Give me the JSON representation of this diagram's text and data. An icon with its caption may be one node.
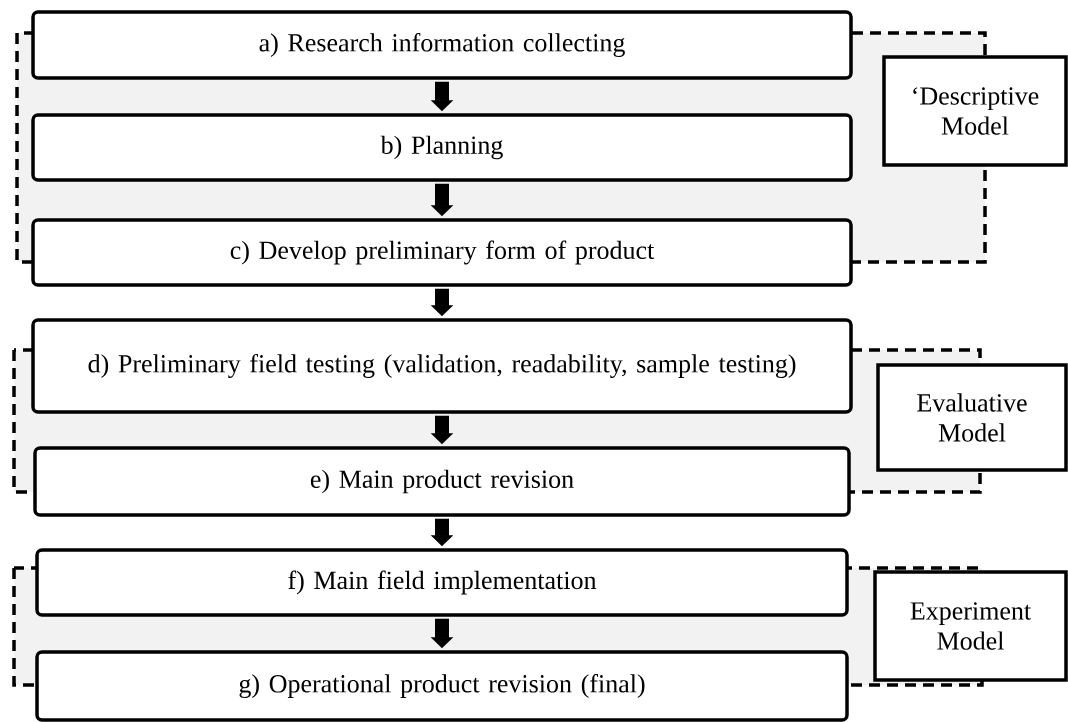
{
  "diagram": {
    "nodes": [
      {
        "text": [
          "a) Research information collecting"
        ]
      },
      {
        "text": [
          "b) Planning"
        ]
      },
      {
        "text": [
          "c) Develop preliminary form of product"
        ]
      },
      {
        "text": [
          "d) Preliminary field testing (validation, readability, sample testing)"
        ]
      },
      {
        "text": [
          "e) Main product revision"
        ]
      },
      {
        "text": [
          "f) Main field implementation"
        ]
      },
      {
        "text": [
          "g) Operational product revision (final)"
        ]
      },
      {
        "text": [
          "‘Descriptive Model"
        ]
      },
      {
        "text": [
          "Evaluative Model"
        ]
      },
      {
        "text": [
          "Experiment Model"
        ]
      }
    ],
    "edges": [
      {
        "from": 0,
        "to": 1,
        "arrow": "to"
      },
      {
        "from": 1,
        "to": 2,
        "arrow": "to"
      },
      {
        "from": 2,
        "to": 3,
        "arrow": "to"
      },
      {
        "from": 3,
        "to": 4,
        "arrow": "to"
      },
      {
        "from": 4,
        "to": 5,
        "arrow": "to"
      },
      {
        "from": 5,
        "to": 6,
        "arrow": "to"
      }
    ]
  }
}
